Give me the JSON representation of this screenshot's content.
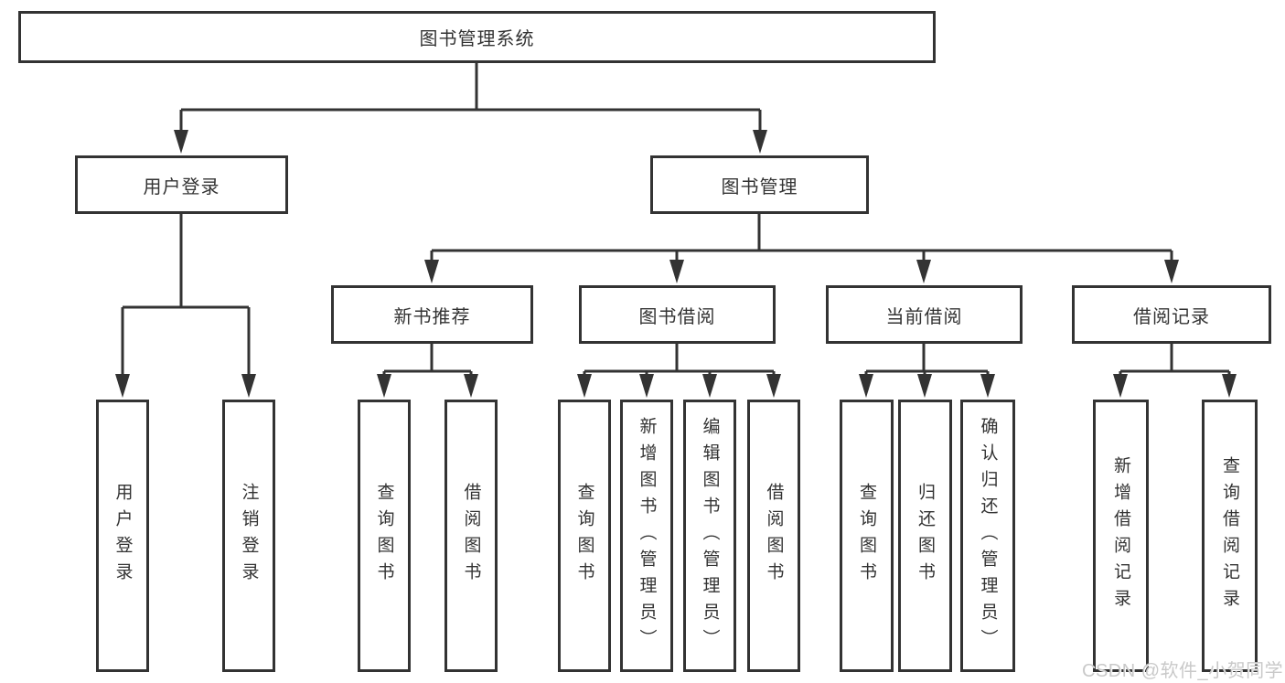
{
  "diagram": {
    "title": "图书管理系统",
    "level2": [
      {
        "label": "用户登录"
      },
      {
        "label": "图书管理"
      }
    ],
    "level3": [
      {
        "label": "新书推荐"
      },
      {
        "label": "图书借阅"
      },
      {
        "label": "当前借阅"
      },
      {
        "label": "借阅记录"
      }
    ],
    "leaves": {
      "login": [
        "用户登录",
        "注销登录"
      ],
      "recommend": [
        "查询图书",
        "借阅图书"
      ],
      "borrow": [
        "查询图书",
        "新增图书（管理员）",
        "编辑图书（管理员）",
        "借阅图书"
      ],
      "current": [
        "查询图书",
        "归还图书",
        "确认归还（管理员）"
      ],
      "records": [
        "新增借阅记录",
        "查询借阅记录"
      ]
    }
  },
  "watermark": "CSDN @软件_小贺同学",
  "colors": {
    "line": "#333333",
    "text": "#333333",
    "background": "#ffffff",
    "watermark": "#c9c9c9"
  }
}
